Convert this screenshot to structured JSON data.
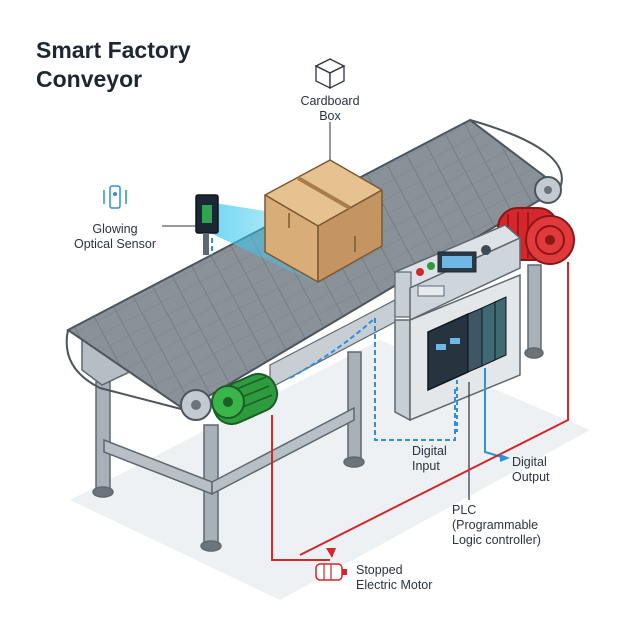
{
  "title": {
    "line1": "Smart Factory",
    "line2": "Conveyor"
  },
  "labels": {
    "box": {
      "line1": "Cardboard",
      "line2": "Box"
    },
    "sensor": {
      "line1": "Glowing",
      "line2": "Optical Sensor"
    },
    "digital_input": {
      "line1": "Digital",
      "line2": "Input"
    },
    "digital_output": {
      "line1": "Digital",
      "line2": "Output"
    },
    "plc": {
      "line1": "PLC",
      "line2": "(Programmable",
      "line3": "Logic controller)"
    },
    "motor": {
      "line1": "Stopped",
      "line2": "Electric Motor"
    }
  },
  "colors": {
    "title": "#1c2733",
    "frame": "#9aa3ab",
    "belt": "#7b838b",
    "sensor_beam": "#3ec8f0",
    "box": "#d8ad78",
    "motor_drive": "#d3272b",
    "motor_idle": "#2e9b3f",
    "plc": "#27333f",
    "digital_wire": "#2f8fdc",
    "power_wire": "#d3272b"
  },
  "icons": [
    "box-icon",
    "sensor-icon",
    "motor-icon"
  ]
}
